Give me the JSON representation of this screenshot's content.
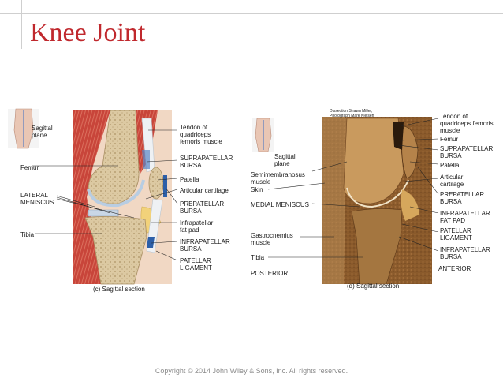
{
  "slide": {
    "title": "Knee Joint",
    "copyright": "Copyright © 2014 John Wiley & Sons, Inc. All rights reserved."
  },
  "diagram_c": {
    "caption": "(c) Sagittal section",
    "labels": {
      "sagittal_plane": "Sagittal\nplane",
      "femur": "Femur",
      "lateral_meniscus": "LATERAL\nMENISCUS",
      "tibia": "Tibia",
      "tendon_quadriceps": "Tendon of\nquadriceps\nfemoris muscle",
      "suprapatellar_bursa": "SUPRAPATELLAR\nBURSA",
      "patella": "Patella",
      "articular_cartilage": "Articular cartilage",
      "prepatellar_bursa": "PREPATELLAR\nBURSA",
      "infrapatellar_fat_pad": "Infrapatellar\nfat pad",
      "infrapatellar_bursa": "INFRAPATELLAR\nBURSA",
      "patellar_ligament": "PATELLAR\nLIGAMENT"
    }
  },
  "diagram_d": {
    "caption": "(d) Sagittal section",
    "labels": {
      "photo_credit": "Dissection Shawn Miller,\nPhotograph Mark Nielsen",
      "sagittal_plane": "Sagittal\nplane",
      "semimembranosus": "Semimembranosus\nmuscle",
      "skin": "Skin",
      "medial_meniscus": "MEDIAL MENISCUS",
      "gastrocnemius": "Gastrocnemius\nmuscle",
      "tibia": "Tibia",
      "posterior": "POSTERIOR",
      "tendon_quadriceps": "Tendon of\nquadriceps femoris\nmuscle",
      "femur": "Femur",
      "suprapatellar_bursa": "SUPRAPATELLAR\nBURSA",
      "patella": "Patella",
      "articular_cartilage": "Articular\ncartilage",
      "prepatellar_bursa": "PREPATELLAR\nBURSA",
      "infrapatellar_fat_pad": "INFRAPATELLAR\nFAT PAD",
      "patellar_ligament": "PATELLAR\nLIGAMENT",
      "infrapatellar_bursa": "INFRAPATELLAR\nBURSA",
      "anterior": "ANTERIOR"
    }
  },
  "colors": {
    "title": "#c0282d",
    "muscle": "#c8453a",
    "bone": "#d9c7a3",
    "cartilage": "#c9d7e6",
    "bursa": "#2d5fa8",
    "dissection": "#8a5a2b"
  }
}
